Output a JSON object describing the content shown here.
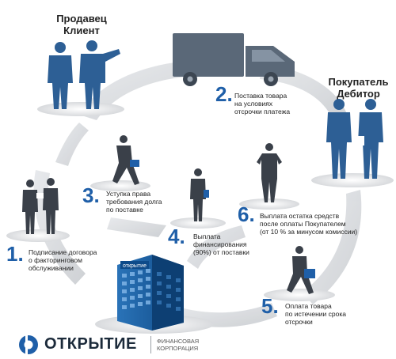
{
  "roles": {
    "seller_line1": "Продавец",
    "seller_line2": "Клиент",
    "buyer_line1": "Покупатель",
    "buyer_line2": "Дебитор"
  },
  "steps": [
    {
      "num": "1.",
      "text": [
        "Подписание договора",
        "о факторинговом",
        "обслуживании"
      ]
    },
    {
      "num": "2.",
      "text": [
        "Поставка товара",
        "на условиях",
        "отсрочки платежа"
      ]
    },
    {
      "num": "3.",
      "text": [
        "Уступка права",
        "требования долга",
        "по поставке"
      ]
    },
    {
      "num": "4.",
      "text": [
        "Выплата",
        "финансирования",
        "(90%) от поставки"
      ]
    },
    {
      "num": "5.",
      "text": [
        "Оплата товара",
        "по истечении срока",
        "отсрочки"
      ]
    },
    {
      "num": "6.",
      "text": [
        "Выплата остатка средств",
        "после оплаты Покупателем",
        "(от 10 % за минусом комиссии)"
      ]
    }
  ],
  "building_sign": "открытие",
  "brand": {
    "name": "ОТКРЫТИЕ",
    "sub_line1": "ФИНАНСОВАЯ",
    "sub_line2": "КОРПОРАЦИЯ"
  },
  "colors": {
    "accent": "#1f5fa8",
    "people": "#2d5f95",
    "truck": "#5a6878",
    "arrows": "#d7d9dc",
    "platform": "#e3e5e8"
  },
  "icons": [
    "truck-icon",
    "building-icon",
    "brand-logo-icon"
  ]
}
